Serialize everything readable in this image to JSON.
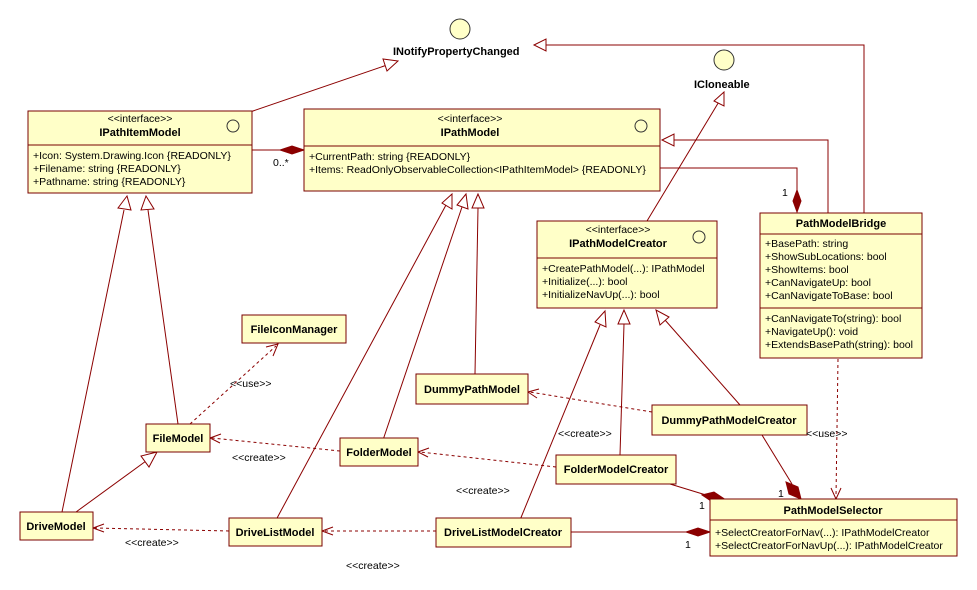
{
  "interfaces_standalone": {
    "inotify": "INotifyPropertyChanged",
    "icloneable": "ICloneable"
  },
  "classes": {
    "ipathitemmodel": {
      "stereotype": "<<interface>>",
      "name": "IPathItemModel",
      "attributes": [
        "+Icon: System.Drawing.Icon {READONLY}",
        "+Filename: string {READONLY}",
        "+Pathname: string {READONLY}"
      ]
    },
    "ipathmodel": {
      "stereotype": "<<interface>>",
      "name": "IPathModel",
      "attributes": [
        "+CurrentPath: string {READONLY}",
        "+Items: ReadOnlyObservableCollection<IPathItemModel> {READONLY}"
      ]
    },
    "ipathmodelcreator": {
      "stereotype": "<<interface>>",
      "name": "IPathModelCreator",
      "operations": [
        "+CreatePathModel(...): IPathModel",
        "+Initialize(...): bool",
        "+InitializeNavUp(...): bool"
      ]
    },
    "pathmodelbridge": {
      "name": "PathModelBridge",
      "attributes": [
        "+BasePath: string",
        "+ShowSubLocations: bool",
        "+ShowItems: bool",
        "+CanNavigateUp: bool",
        "+CanNavigateToBase: bool"
      ],
      "operations": [
        "+CanNavigateTo(string): bool",
        "+NavigateUp(): void",
        "+ExtendsBasePath(string): bool"
      ]
    },
    "fileiconmanager": {
      "name": "FileIconManager"
    },
    "dummypathmodel": {
      "name": "DummyPathModel"
    },
    "dummypathmodelcreator": {
      "name": "DummyPathModelCreator"
    },
    "filemodel": {
      "name": "FileModel"
    },
    "foldermodel": {
      "name": "FolderModel"
    },
    "foldermodelcreator": {
      "name": "FolderModelCreator"
    },
    "drivemodel": {
      "name": "DriveModel"
    },
    "drivelistmodel": {
      "name": "DriveListModel"
    },
    "drivelistmodelcreator": {
      "name": "DriveListModelCreator"
    },
    "pathmodelselector": {
      "name": "PathModelSelector",
      "operations": [
        "+SelectCreatorForNav(...): IPathModelCreator",
        "+SelectCreatorForNavUp(...): IPathModelCreator"
      ]
    }
  },
  "labels": {
    "multiplicity_many": "0..*",
    "multiplicity_one_bridge": "1",
    "multiplicity_one_selector_a": "1",
    "multiplicity_one_selector_b": "1",
    "multiplicity_one_selector_c": "1",
    "use_fileicon": "<<use>>",
    "use_selector": "<<use>>",
    "create_filemodel": "<<create>>",
    "create_foldermodel": "<<create>>",
    "create_dummy": "<<create>>",
    "create_drivemodel": "<<create>>",
    "create_drivelist": "<<create>>"
  },
  "colors": {
    "box_fill": "#ffffc8",
    "box_border": "#7a0000",
    "edge": "#8b0000"
  }
}
